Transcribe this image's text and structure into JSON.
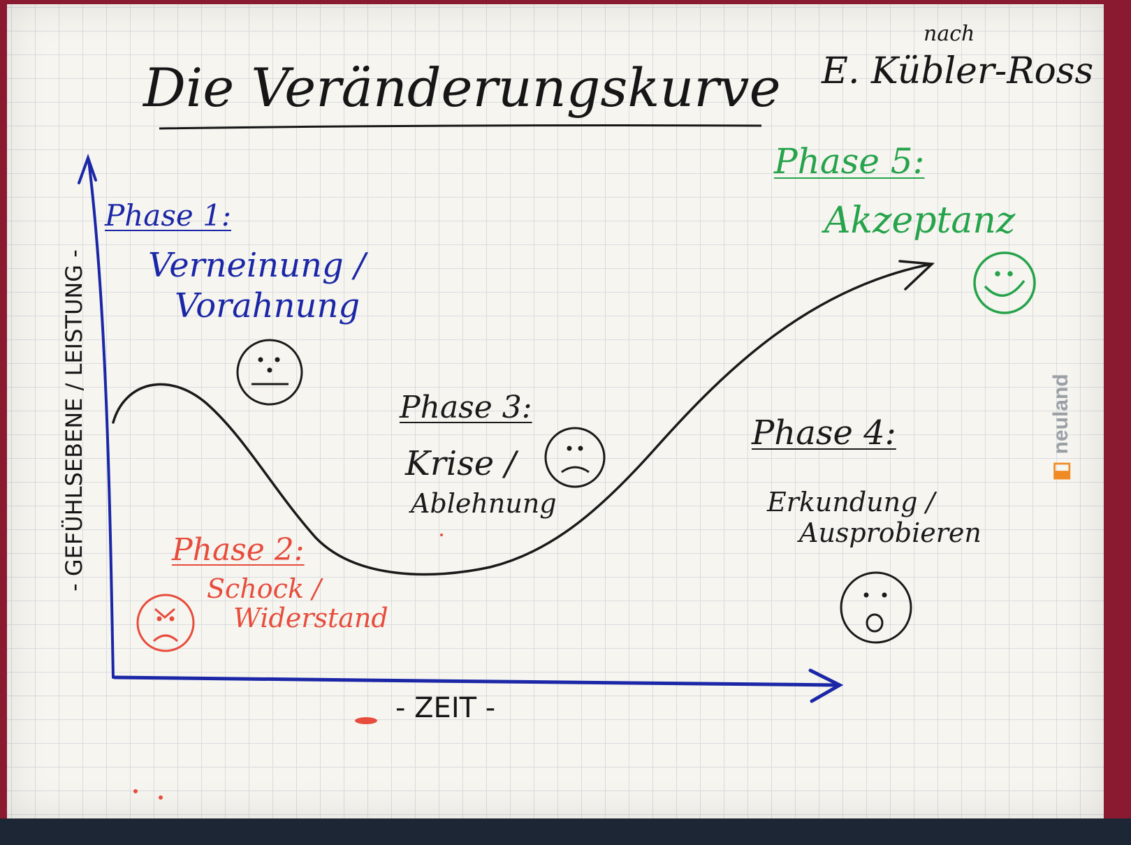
{
  "title": "Die Veränderungskurve",
  "author_prefix": "nach",
  "author": "E. Kübler-Ross",
  "axes": {
    "x_label": "- ZEIT -",
    "y_label": "- GEFÜHLSEBENE / LEISTUNG -"
  },
  "phases": [
    {
      "title": "Phase 1:",
      "line1": "Verneinung /",
      "line2": "Vorahnung",
      "face": "neutral-face-icon",
      "color": "#1b27a6"
    },
    {
      "title": "Phase 2:",
      "line1": "Schock /",
      "line2": "Widerstand",
      "face": "angry-face-icon",
      "color": "#e74c3c"
    },
    {
      "title": "Phase 3:",
      "line1": "Krise /",
      "line2": "Ablehnung",
      "face": "sad-face-icon",
      "color": "#1a1a1a"
    },
    {
      "title": "Phase 4:",
      "line1": "Erkundung /",
      "line2": "Ausprobieren",
      "face": "surprised-face-icon",
      "color": "#1a1a1a"
    },
    {
      "title": "Phase 5:",
      "line1": "Akzeptanz",
      "face": "happy-face-icon",
      "color": "#26a34b"
    }
  ],
  "brand": {
    "name": "neuland",
    "icon": "neuland-logo-icon",
    "color": "#f08a24"
  }
}
